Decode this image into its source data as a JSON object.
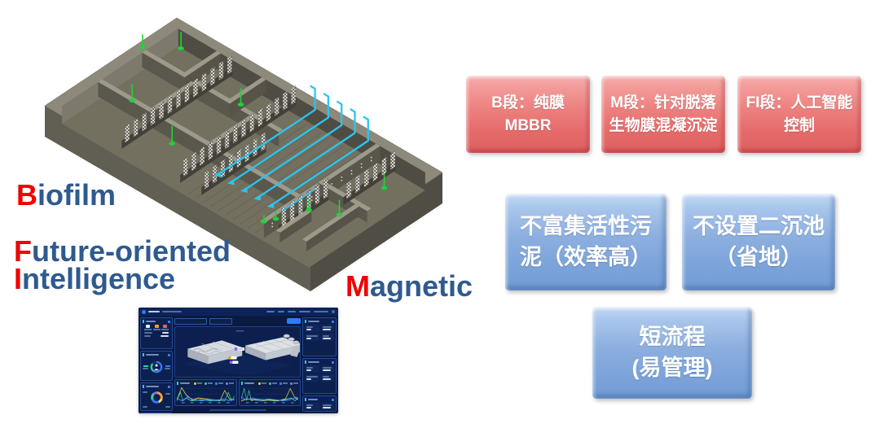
{
  "slide": {
    "background": "#ffffff"
  },
  "keywords": {
    "initial_color": "#f00000",
    "text_color": "#2e5a8f",
    "biofilm": {
      "initial": "B",
      "rest": "iofilm"
    },
    "future": {
      "initial": "F",
      "rest": "uture-oriented"
    },
    "intelligence": {
      "initial": "I",
      "rest": "ntelligence"
    },
    "magnetic": {
      "initial": "M",
      "rest": "agnetic"
    }
  },
  "stage_cards": [
    {
      "line1": "B段：纯膜",
      "line2": "MBBR"
    },
    {
      "line1": "M段：针对脱落",
      "line2": "生物膜混凝沉淀"
    },
    {
      "line1": "FI段：人工智能",
      "line2": "控制"
    }
  ],
  "benefit_cards": [
    {
      "line1": "不富集活性污",
      "line2": "泥（效率高）"
    },
    {
      "line1": "不设置二沉池",
      "line2": "（省地）"
    },
    {
      "line1": "短流程",
      "line2": "(易管理)"
    }
  ],
  "colors": {
    "stage_card": "#e97573",
    "benefit_card": "#85abdd",
    "tank_wall": "#8b8779",
    "pipe_cyan": "#27c7f2",
    "marker_green": "#1fd338",
    "dashboard_bg": "#0a1a40",
    "dashboard_accent": "#2f7cf6"
  }
}
